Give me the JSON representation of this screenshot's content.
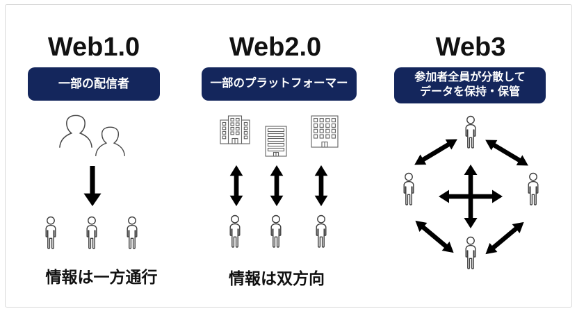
{
  "colors": {
    "banner_bg": "#14265c",
    "banner_text": "#ffffff",
    "title_text": "#111111",
    "caption_text": "#111111",
    "arrow": "#000000",
    "figure_outline": "#3c3c3c",
    "building_outline": "#606060",
    "frame_border": "#d9d9d9"
  },
  "columns": [
    {
      "title": "Web1.0",
      "banner": "一部の配信者",
      "caption": "情報は一方通行",
      "icons": [
        "broadcaster-bust-icon",
        "broadcaster-bust-icon",
        "down-arrow-icon",
        "person-icon",
        "person-icon",
        "person-icon"
      ]
    },
    {
      "title": "Web2.0",
      "banner": "一部のプラットフォーマー",
      "caption": "情報は双方向",
      "icons": [
        "office-building-icon",
        "office-building-icon",
        "office-building-icon",
        "vertical-double-arrow-icon",
        "vertical-double-arrow-icon",
        "vertical-double-arrow-icon",
        "person-icon",
        "person-icon",
        "person-icon"
      ]
    },
    {
      "title": "Web3",
      "banner_line1": "参加者全員が分散して",
      "banner_line2": "データを保持・保管",
      "icons": [
        "person-icon",
        "person-icon",
        "person-icon",
        "person-icon",
        "diagonal-double-arrow-icon",
        "diagonal-double-arrow-icon",
        "diagonal-double-arrow-icon",
        "diagonal-double-arrow-icon",
        "cross-double-arrow-icon"
      ]
    }
  ]
}
